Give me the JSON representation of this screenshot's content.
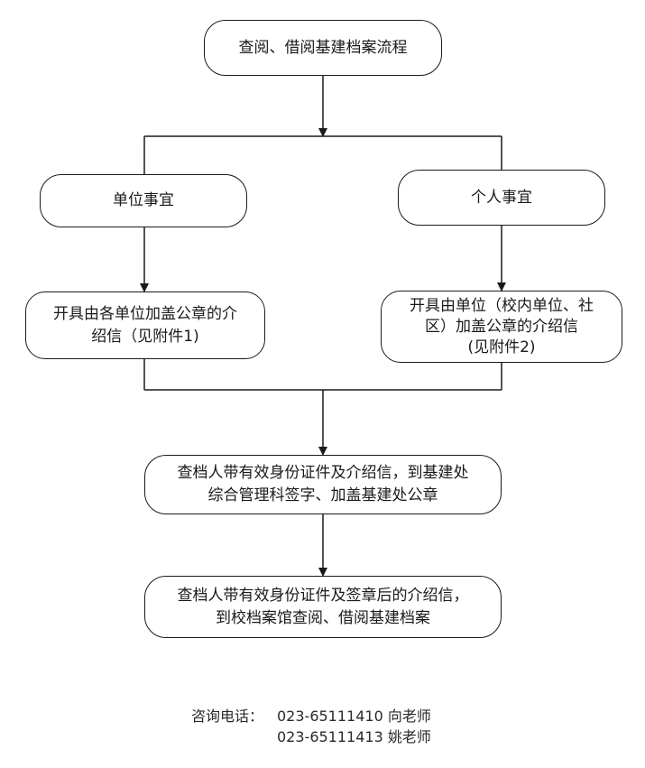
{
  "flowchart": {
    "title": "查阅、借阅基建档案流程",
    "branch_unit": "单位事宜",
    "branch_personal": "个人事宜",
    "unit_step": "开具由各单位加盖公章的介\n绍信（见附件1)",
    "personal_step": "开具由单位（校内单位、社\n区）加盖公章的介绍信\n(见附件2)",
    "stamp_step": "查档人带有效身份证件及介绍信，到基建处\n综合管理科签字、加盖基建处公章",
    "final_step": "查档人带有效身份证件及签章后的介绍信，\n到校档案馆查阅、借阅基建档案"
  },
  "contact": {
    "label": "咨询电话：",
    "phone1": "023-65111410 向老师",
    "phone2": "023-65111413 姚老师"
  }
}
